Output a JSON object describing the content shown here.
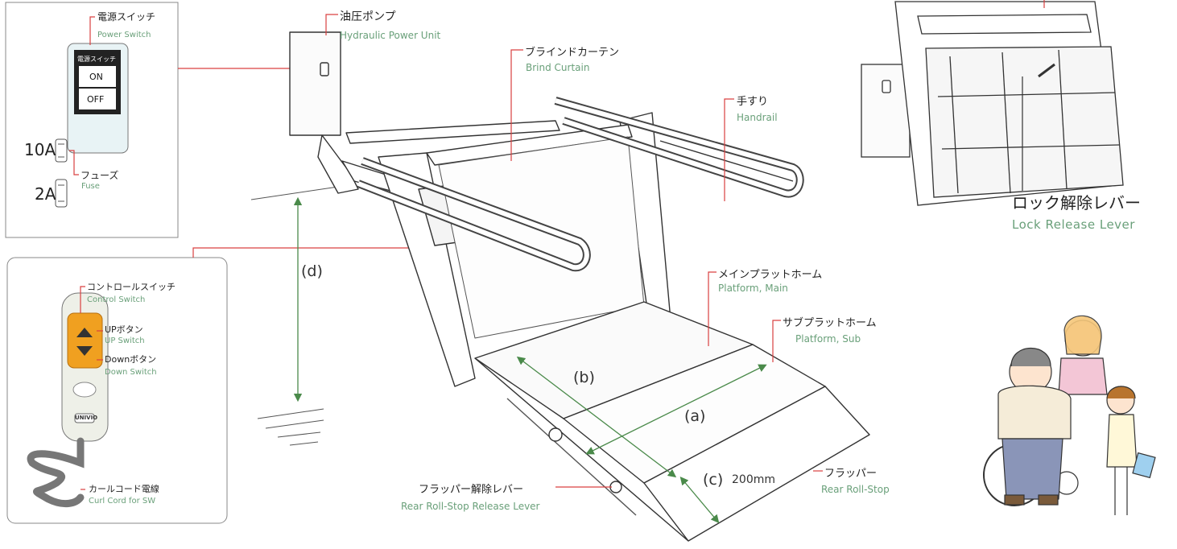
{
  "labels": {
    "power_switch": {
      "jp": "電源スイッチ",
      "en": "Power Switch"
    },
    "fuse": {
      "jp": "フューズ",
      "en": "Fuse"
    },
    "fuse_10a": "10A",
    "fuse_2a": "2A",
    "switch_face": {
      "title": "電源スイッチ",
      "on": "ON",
      "off": "OFF"
    },
    "hydraulic": {
      "jp": "油圧ポンプ",
      "en": "Hydraulic Power Unit"
    },
    "curtain": {
      "jp": "ブラインドカーテン",
      "en": "Brind Curtain"
    },
    "handrail": {
      "jp": "手すり",
      "en": "Handrail"
    },
    "lock_release": {
      "jp": "ロック解除レバー",
      "en": "Lock Release Lever"
    },
    "platform_main": {
      "jp": "メインプラットホーム",
      "en": "Platform, Main"
    },
    "platform_sub": {
      "jp": "サブプラットホーム",
      "en": "Platform, Sub"
    },
    "control_switch": {
      "jp": "コントロールスイッチ",
      "en": "Control Switch"
    },
    "up_switch": {
      "jp": "UPボタン",
      "en": "UP Switch"
    },
    "down_switch": {
      "jp": "Downボタン",
      "en": "Down Switch"
    },
    "curl_cord": {
      "jp": "カールコード電線",
      "en": "Curl Cord for SW"
    },
    "rollstop_release": {
      "jp": "フラッパー解除レバー",
      "en": "Rear Roll-Stop Release Lever"
    },
    "rollstop": {
      "jp": "フラッパー",
      "en": "Rear Roll-Stop"
    },
    "brand": "UNIVIO"
  },
  "dimensions": {
    "a": "(a)",
    "b": "(b)",
    "c": "(c)",
    "c_value": "200mm",
    "d": "(d)"
  },
  "colors": {
    "leader_line": "#d94040",
    "english_text": "#6aa07a",
    "dimension_arrow": "#4a8a4a",
    "remote_button": "#f0a020"
  }
}
